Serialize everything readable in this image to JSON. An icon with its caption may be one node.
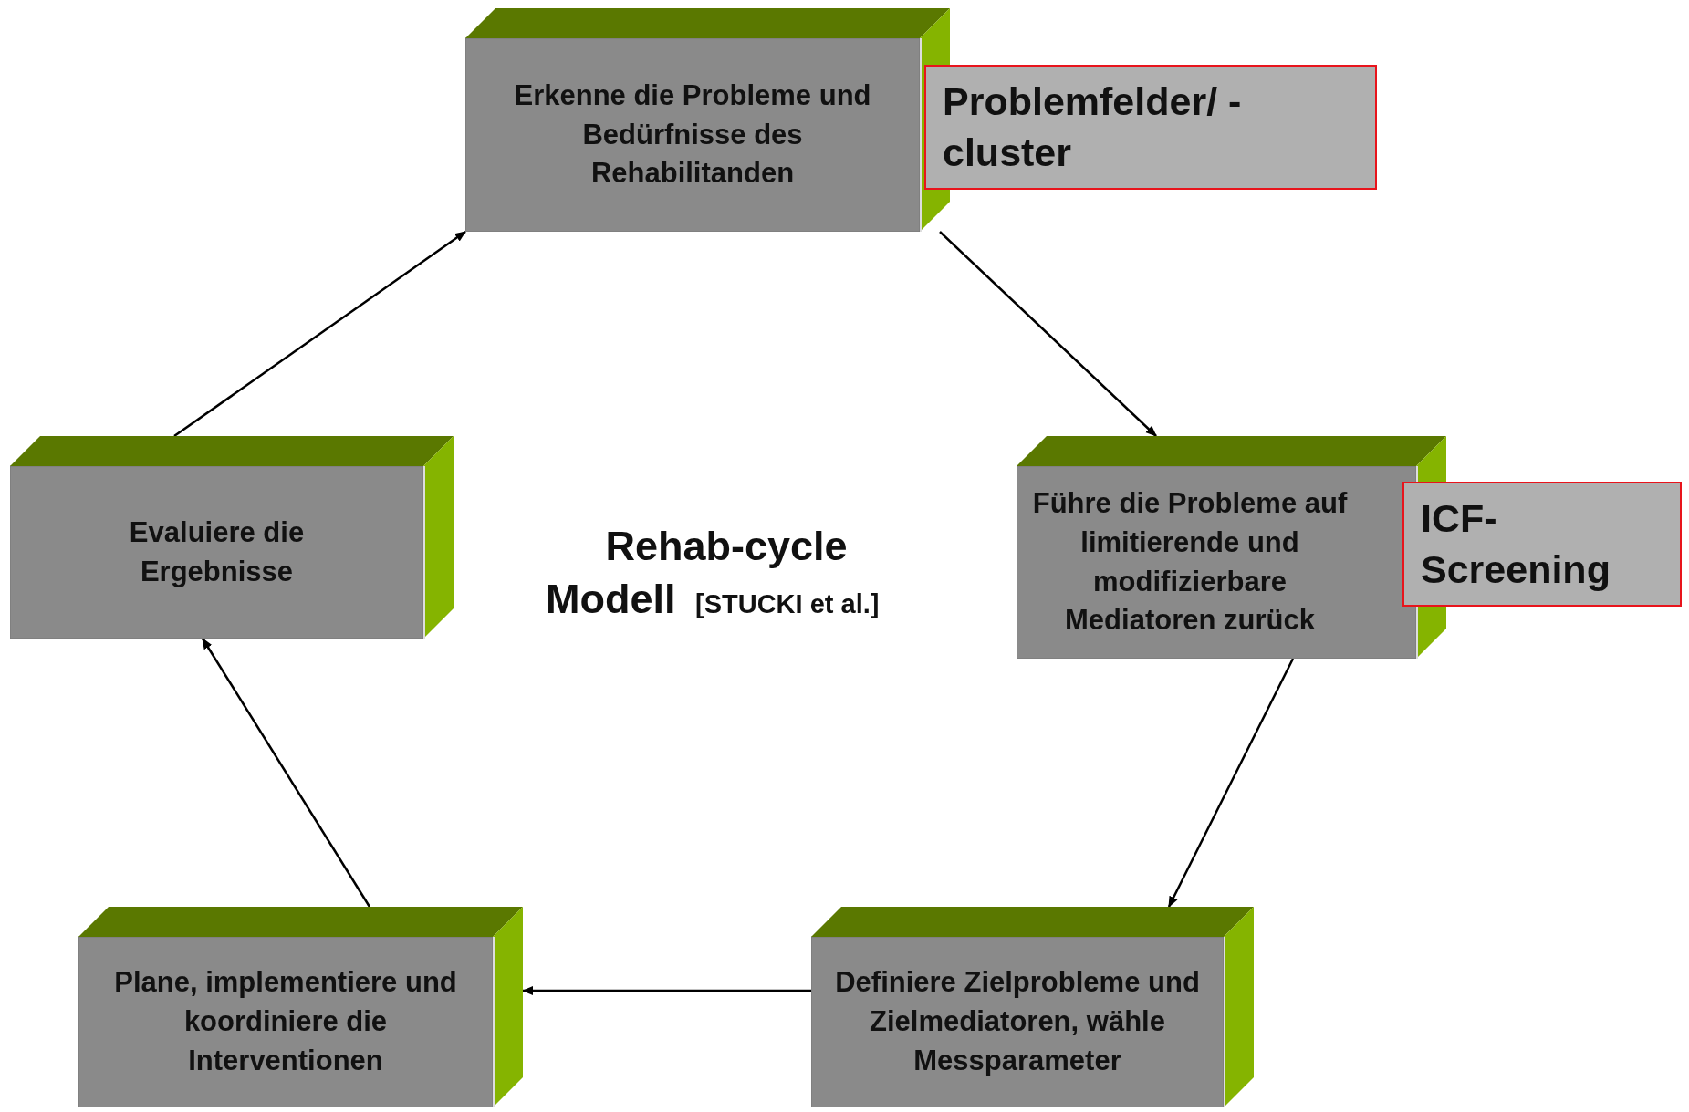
{
  "diagram": {
    "title": "Rehab-cycle Modell",
    "nodes": [
      {
        "text": [
          "Erkenne die Probleme und Bedürfnisse des Rehabilitanden"
        ]
      },
      {
        "text": [
          "Problemfelder/ -cluster"
        ]
      },
      {
        "text": [
          "Führe die Probleme auf limitierende und modifizierbare Mediatoren zurück"
        ]
      },
      {
        "text": [
          "ICF- Screening"
        ]
      },
      {
        "text": [
          "Definiere Zielprobleme und Zielmediatoren, wähle Messparameter"
        ]
      },
      {
        "text": [
          "Plane, implementiere und koordiniere die Interventionen"
        ]
      },
      {
        "text": [
          "Evaluiere die Ergebnisse"
        ]
      }
    ],
    "edges": [
      {
        "from": 0,
        "to": 2,
        "arrow": "to"
      },
      {
        "from": 2,
        "to": 4,
        "arrow": "to"
      },
      {
        "from": 4,
        "to": 5,
        "arrow": "to"
      },
      {
        "from": 5,
        "to": 6,
        "arrow": "to"
      },
      {
        "from": 6,
        "to": 0,
        "arrow": "to"
      }
    ],
    "labels": [
      "[STUCKI et al.]"
    ]
  }
}
